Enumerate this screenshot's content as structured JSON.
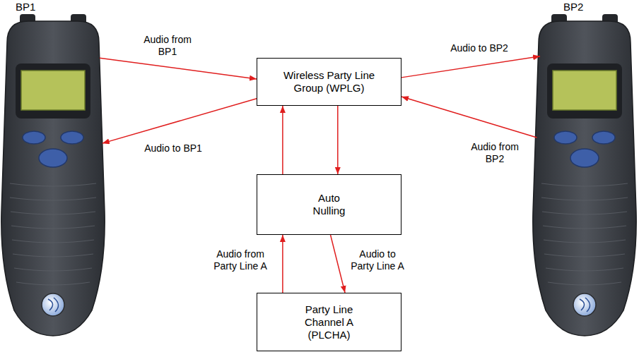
{
  "diagram": {
    "nodes": [
      {
        "text": [
          "BP1"
        ]
      },
      {
        "text": [
          "Wireless Party Line Group (WPLG)"
        ]
      },
      {
        "text": [
          "BP2"
        ]
      },
      {
        "text": [
          "Auto Nulling"
        ]
      },
      {
        "text": [
          "Party Line Channel A (PLCHA)"
        ]
      }
    ],
    "edges": [
      {
        "from": 0,
        "to": 1,
        "label": "Audio from BP1",
        "arrow": "to"
      },
      {
        "from": 1,
        "to": 0,
        "label": "Audio to BP1",
        "arrow": "to"
      },
      {
        "from": 1,
        "to": 2,
        "label": "Audio to BP2",
        "arrow": "to"
      },
      {
        "from": 2,
        "to": 1,
        "label": "Audio from BP2",
        "arrow": "to"
      },
      {
        "from": 3,
        "to": 1,
        "arrow": "to"
      },
      {
        "from": 1,
        "to": 3,
        "arrow": "to"
      },
      {
        "from": 4,
        "to": 3,
        "label": "Audio from Party Line A",
        "arrow": "to"
      },
      {
        "from": 3,
        "to": 4,
        "label": "Audio to Party Line A",
        "arrow": "to"
      }
    ]
  }
}
